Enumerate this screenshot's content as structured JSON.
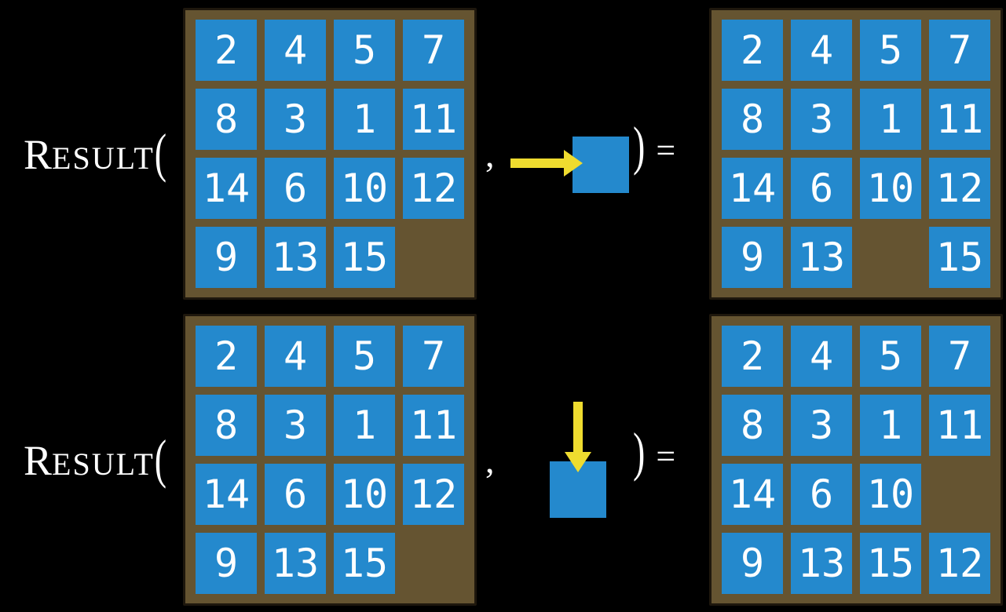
{
  "colors": {
    "background": "#000000",
    "tile_blue": "#2489cd",
    "frame_brown": "#655431",
    "arrow_yellow": "#efdc2f",
    "text_white": "#ffffff"
  },
  "equations": [
    {
      "function_cap": "R",
      "function_rest": "ESULT",
      "open_paren": "(",
      "comma": ",",
      "close_paren": ")",
      "equals": "=",
      "action": {
        "icon": "right-arrow",
        "direction": "right"
      },
      "input_grid": [
        [
          "2",
          "4",
          "5",
          "7"
        ],
        [
          "8",
          "3",
          "1",
          "11"
        ],
        [
          "14",
          "6",
          "10",
          "12"
        ],
        [
          "9",
          "13",
          "15",
          null
        ]
      ],
      "output_grid": [
        [
          "2",
          "4",
          "5",
          "7"
        ],
        [
          "8",
          "3",
          "1",
          "11"
        ],
        [
          "14",
          "6",
          "10",
          "12"
        ],
        [
          "9",
          "13",
          null,
          "15"
        ]
      ]
    },
    {
      "function_cap": "R",
      "function_rest": "ESULT",
      "open_paren": "(",
      "comma": ",",
      "close_paren": ")",
      "equals": "=",
      "action": {
        "icon": "down-arrow",
        "direction": "down"
      },
      "input_grid": [
        [
          "2",
          "4",
          "5",
          "7"
        ],
        [
          "8",
          "3",
          "1",
          "11"
        ],
        [
          "14",
          "6",
          "10",
          "12"
        ],
        [
          "9",
          "13",
          "15",
          null
        ]
      ],
      "output_grid": [
        [
          "2",
          "4",
          "5",
          "7"
        ],
        [
          "8",
          "3",
          "1",
          "11"
        ],
        [
          "14",
          "6",
          "10",
          null
        ],
        [
          "9",
          "13",
          "15",
          "12"
        ]
      ]
    }
  ]
}
